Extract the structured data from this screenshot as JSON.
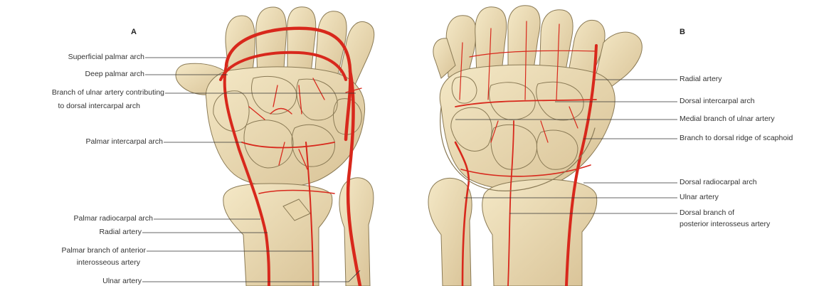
{
  "panels": [
    {
      "letter": "A"
    },
    {
      "letter": "B"
    }
  ],
  "labels_a": [
    {
      "text": "Superficial palmar arch"
    },
    {
      "text": "Deep palmar arch"
    },
    {
      "text": "Branch of ulnar artery contributing"
    },
    {
      "text": "to dorsal intercarpal arch"
    },
    {
      "text": "Palmar intercarpal arch"
    },
    {
      "text": "Palmar radiocarpal arch"
    },
    {
      "text": "Radial artery"
    },
    {
      "text": "Palmar branch of anterior"
    },
    {
      "text": "interosseous artery"
    },
    {
      "text": "Ulnar artery"
    }
  ],
  "labels_b": [
    {
      "text": "Radial artery"
    },
    {
      "text": "Dorsal intercarpal arch"
    },
    {
      "text": "Medial branch of ulnar artery"
    },
    {
      "text": "Branch to dorsal ridge of scaphoid"
    },
    {
      "text": "Dorsal radiocarpal arch"
    },
    {
      "text": "Ulnar artery"
    },
    {
      "text": "Dorsal branch of"
    },
    {
      "text": "posterior interosseus artery"
    }
  ],
  "colors": {
    "bone": "#eedfb8",
    "bone_shadow": "#c9b388",
    "bone_outline": "#8a7a55",
    "artery": "#d8281c",
    "artery_dark": "#a81810",
    "leader": "#333333"
  }
}
